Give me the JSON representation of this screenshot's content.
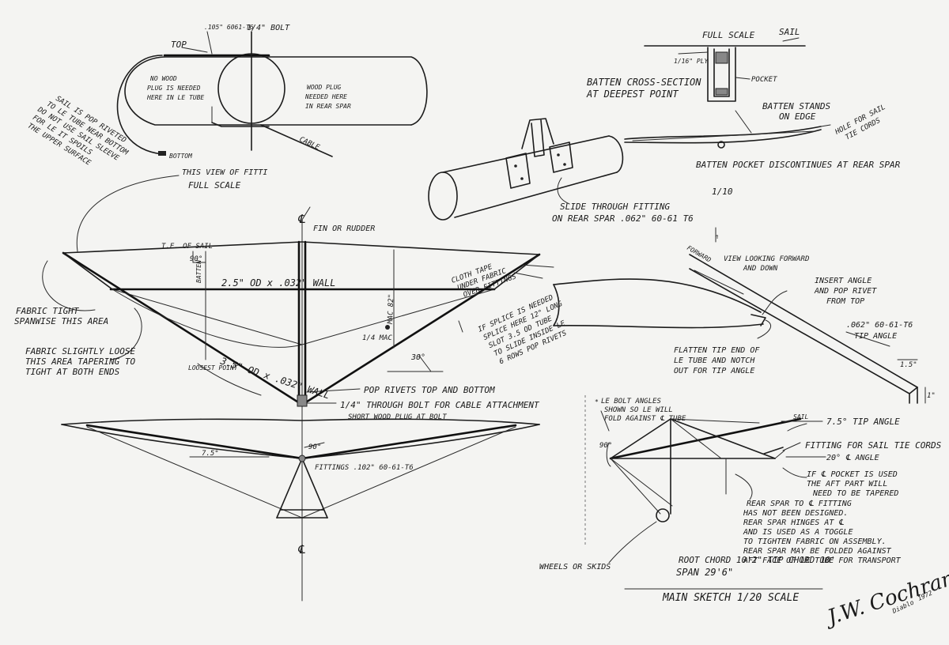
{
  "labels": {
    "bolt_spec": ".105\" 6061-T6",
    "bolt": "1/4\" BOLT",
    "top": "TOP",
    "no_wood_1": "NO WOOD",
    "no_wood_2": "PLUG IS NEEDED",
    "no_wood_3": "HERE IN LE TUBE",
    "wood_plug_1": "WOOD PLUG",
    "wood_plug_2": "NEEDED HERE",
    "wood_plug_3": "IN REAR SPAR",
    "cable": "CABLE",
    "bottom": "BOTTOM",
    "sail_note_1": "SAIL IS POP RIVETED",
    "sail_note_2": "TO LE TUBE NEAR BOTTOM",
    "sail_note_3": "DO NOT USE SAIL SLEEVE",
    "sail_note_4": "FOR LE IT SPOILS",
    "sail_note_5": "THE UPPER SURFACE",
    "this_view_1": "THIS VIEW OF FITTI",
    "this_view_2": "FULL SCALE",
    "full_scale_top": "FULL SCALE",
    "sail": "SAIL",
    "ply": "1/16\" PLY",
    "pocket": "POCKET",
    "batten_cs_1": "BATTEN CROSS-SECTION",
    "batten_cs_2": "AT DEEPEST POINT",
    "batten_stands_1": "BATTEN STANDS",
    "batten_stands_2": "ON EDGE",
    "hole_1": "HOLE FOR SAIL",
    "hole_2": "TIE CORDS",
    "batten_pocket": "BATTEN POCKET DISCONTINUES AT REAR SPAR",
    "scale_1_10": "1/10",
    "slide_1": "SLIDE THROUGH FITTING",
    "slide_2": "ON REAR SPAR .062\" 60-61 T6",
    "fin": "FIN OR RUDDER",
    "cl": "℄",
    "te_sail": "T.E. OF SAIL",
    "ninety": "90°",
    "batten": "BATTEN",
    "rear_spar": "2.5\" OD x .032\" WALL",
    "cloth_tape_1": "CLOTH TAPE",
    "cloth_tape_2": "UNDER FABRIC",
    "cloth_tape_3": "OVER FITTINGS",
    "mac_82": "MAC 82\"",
    "quarter_mac": "1/4 MAC",
    "splice_1": "IF SPLICE IS NEEDED",
    "splice_2": "SPLICE HERE 12\" LONG",
    "splice_3": "SLOT 3.5 OD TUBE",
    "splice_4": "TO SLIDE INSIDE LE",
    "splice_5": "6 ROWS POP RIVETS",
    "fabric_tight_1": "FABRIC TIGHT",
    "fabric_tight_2": "SPANWISE THIS AREA",
    "fabric_loose_1": "FABRIC SLIGHTLY LOOSE",
    "fabric_loose_2": "THIS AREA TAPERING TO",
    "fabric_loose_3": "TIGHT AT BOTH ENDS",
    "le_tube": "3.5\" OD x .032\" WALL",
    "loosest": "LOOSEST POINT",
    "thirty": "30°",
    "pop_rivets": "POP RIVETS TOP AND BOTTOM",
    "through_bolt": "1/4\" THROUGH BOLT FOR CABLE ATTACHMENT",
    "short_plug": "SHORT WOOD PLUG AT BOLT",
    "seven_five": "7.5°",
    "fittings": "FITTINGS .102\" 60-61-T6",
    "forward": "FORWARD",
    "view_1": "VIEW LOOKING FORWARD",
    "view_2": "AND DOWN",
    "insert_1": "INSERT ANGLE",
    "insert_2": "AND POP RIVET",
    "insert_3": "FROM TOP",
    "tip_spec": ".062\" 60-61-T6",
    "tip_angle": "TIP ANGLE",
    "flatten_1": "FLATTEN TIP END OF",
    "flatten_2": "LE TUBE AND NOTCH",
    "flatten_3": "OUT FOR TIP ANGLE",
    "dim_15": "1.5\"",
    "dim_1": "1\"",
    "le_bolt_1": "LE BOLT ANGLES",
    "le_bolt_2": "SHOWN SO LE WILL",
    "le_bolt_3": "FOLD AGAINST ℄ TUBE",
    "tip_angle_75": "7.5° TIP ANGLE",
    "fitting_tie": "FITTING FOR SAIL TIE CORDS",
    "cl_angle": "20° ℄ ANGLE",
    "if_pocket_1": "IF ℄ POCKET IS USED",
    "if_pocket_2": "THE AFT PART WILL",
    "if_pocket_3": "NEED TO BE TAPERED",
    "rear_note_1": "REAR SPAR TO ℄ FITTING",
    "rear_note_2": "HAS NOT BEEN DESIGNED.",
    "rear_note_3": "REAR SPAR HINGES AT ℄",
    "rear_note_4": "AND IS USED AS A TOGGLE",
    "rear_note_5": "TO TIGHTEN FABRIC ON ASSEMBLY.",
    "rear_note_6": "REAR SPAR MAY BE FOLDED AGAINST",
    "rear_note_7": "AFT FACE OF LE TUBE FOR TRANSPORT",
    "wheels": "WHEELS OR SKIDS",
    "root_chord": "ROOT CHORD 10'2\"  TIP CHORD 10'",
    "span": "SPAN 29'6\"",
    "main_sketch": "MAIN SKETCH 1/20 SCALE",
    "signature": "J.W. Cochran",
    "year": "1972",
    "sig_small": "Diablo"
  }
}
